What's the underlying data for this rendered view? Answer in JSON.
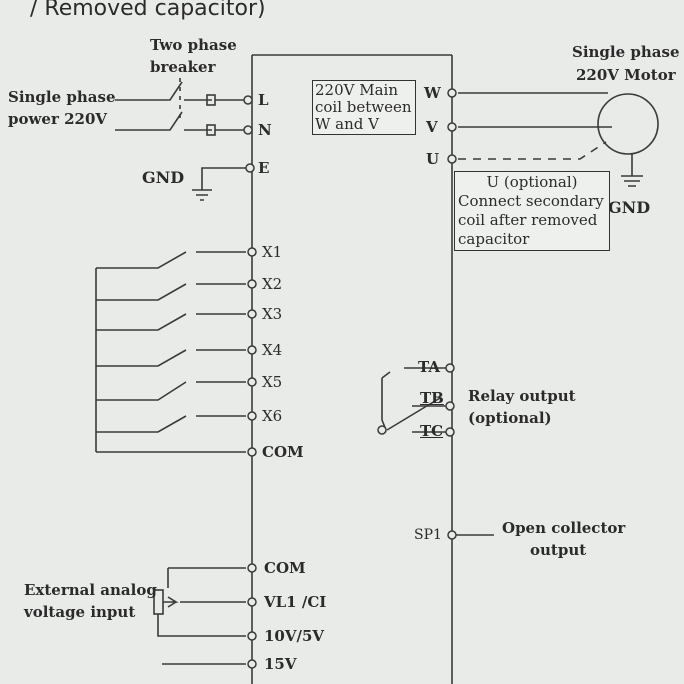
{
  "header": {
    "caption": "/ Removed capacitor)"
  },
  "breaker": {
    "title_line1": "Two phase",
    "title_line2": "breaker"
  },
  "power": {
    "line1": "Single phase",
    "line2": "power 220V"
  },
  "ground_labels": {
    "left": "GND",
    "right": "GND"
  },
  "motor": {
    "line1": "Single phase",
    "line2": "220V Motor"
  },
  "main_coil_note": {
    "line1": "220V Main",
    "line2": "coil between",
    "line3": "W and V"
  },
  "secondary_note": {
    "line1": "U (optional)",
    "line2": "Connect secondary",
    "line3": "coil after removed",
    "line4": "capacitor"
  },
  "input_terminals": {
    "L": "L",
    "N": "N",
    "E": "E"
  },
  "output_terminals": {
    "W": "W",
    "V": "V",
    "U": "U"
  },
  "digital_inputs": [
    "X1",
    "X2",
    "X3",
    "X4",
    "X5",
    "X6",
    "COM"
  ],
  "relay": {
    "TA": "TA",
    "TB": "TB",
    "TC": "TC",
    "line1": "Relay output",
    "line2": "(optional)"
  },
  "open_collector": {
    "terminal": "SP1",
    "line1": "Open collector",
    "line2": "output"
  },
  "analog": {
    "line1": "External analog",
    "line2": "voltage input",
    "terminals": [
      "COM",
      "VL1 /CI",
      "10V/5V",
      "15V"
    ]
  }
}
